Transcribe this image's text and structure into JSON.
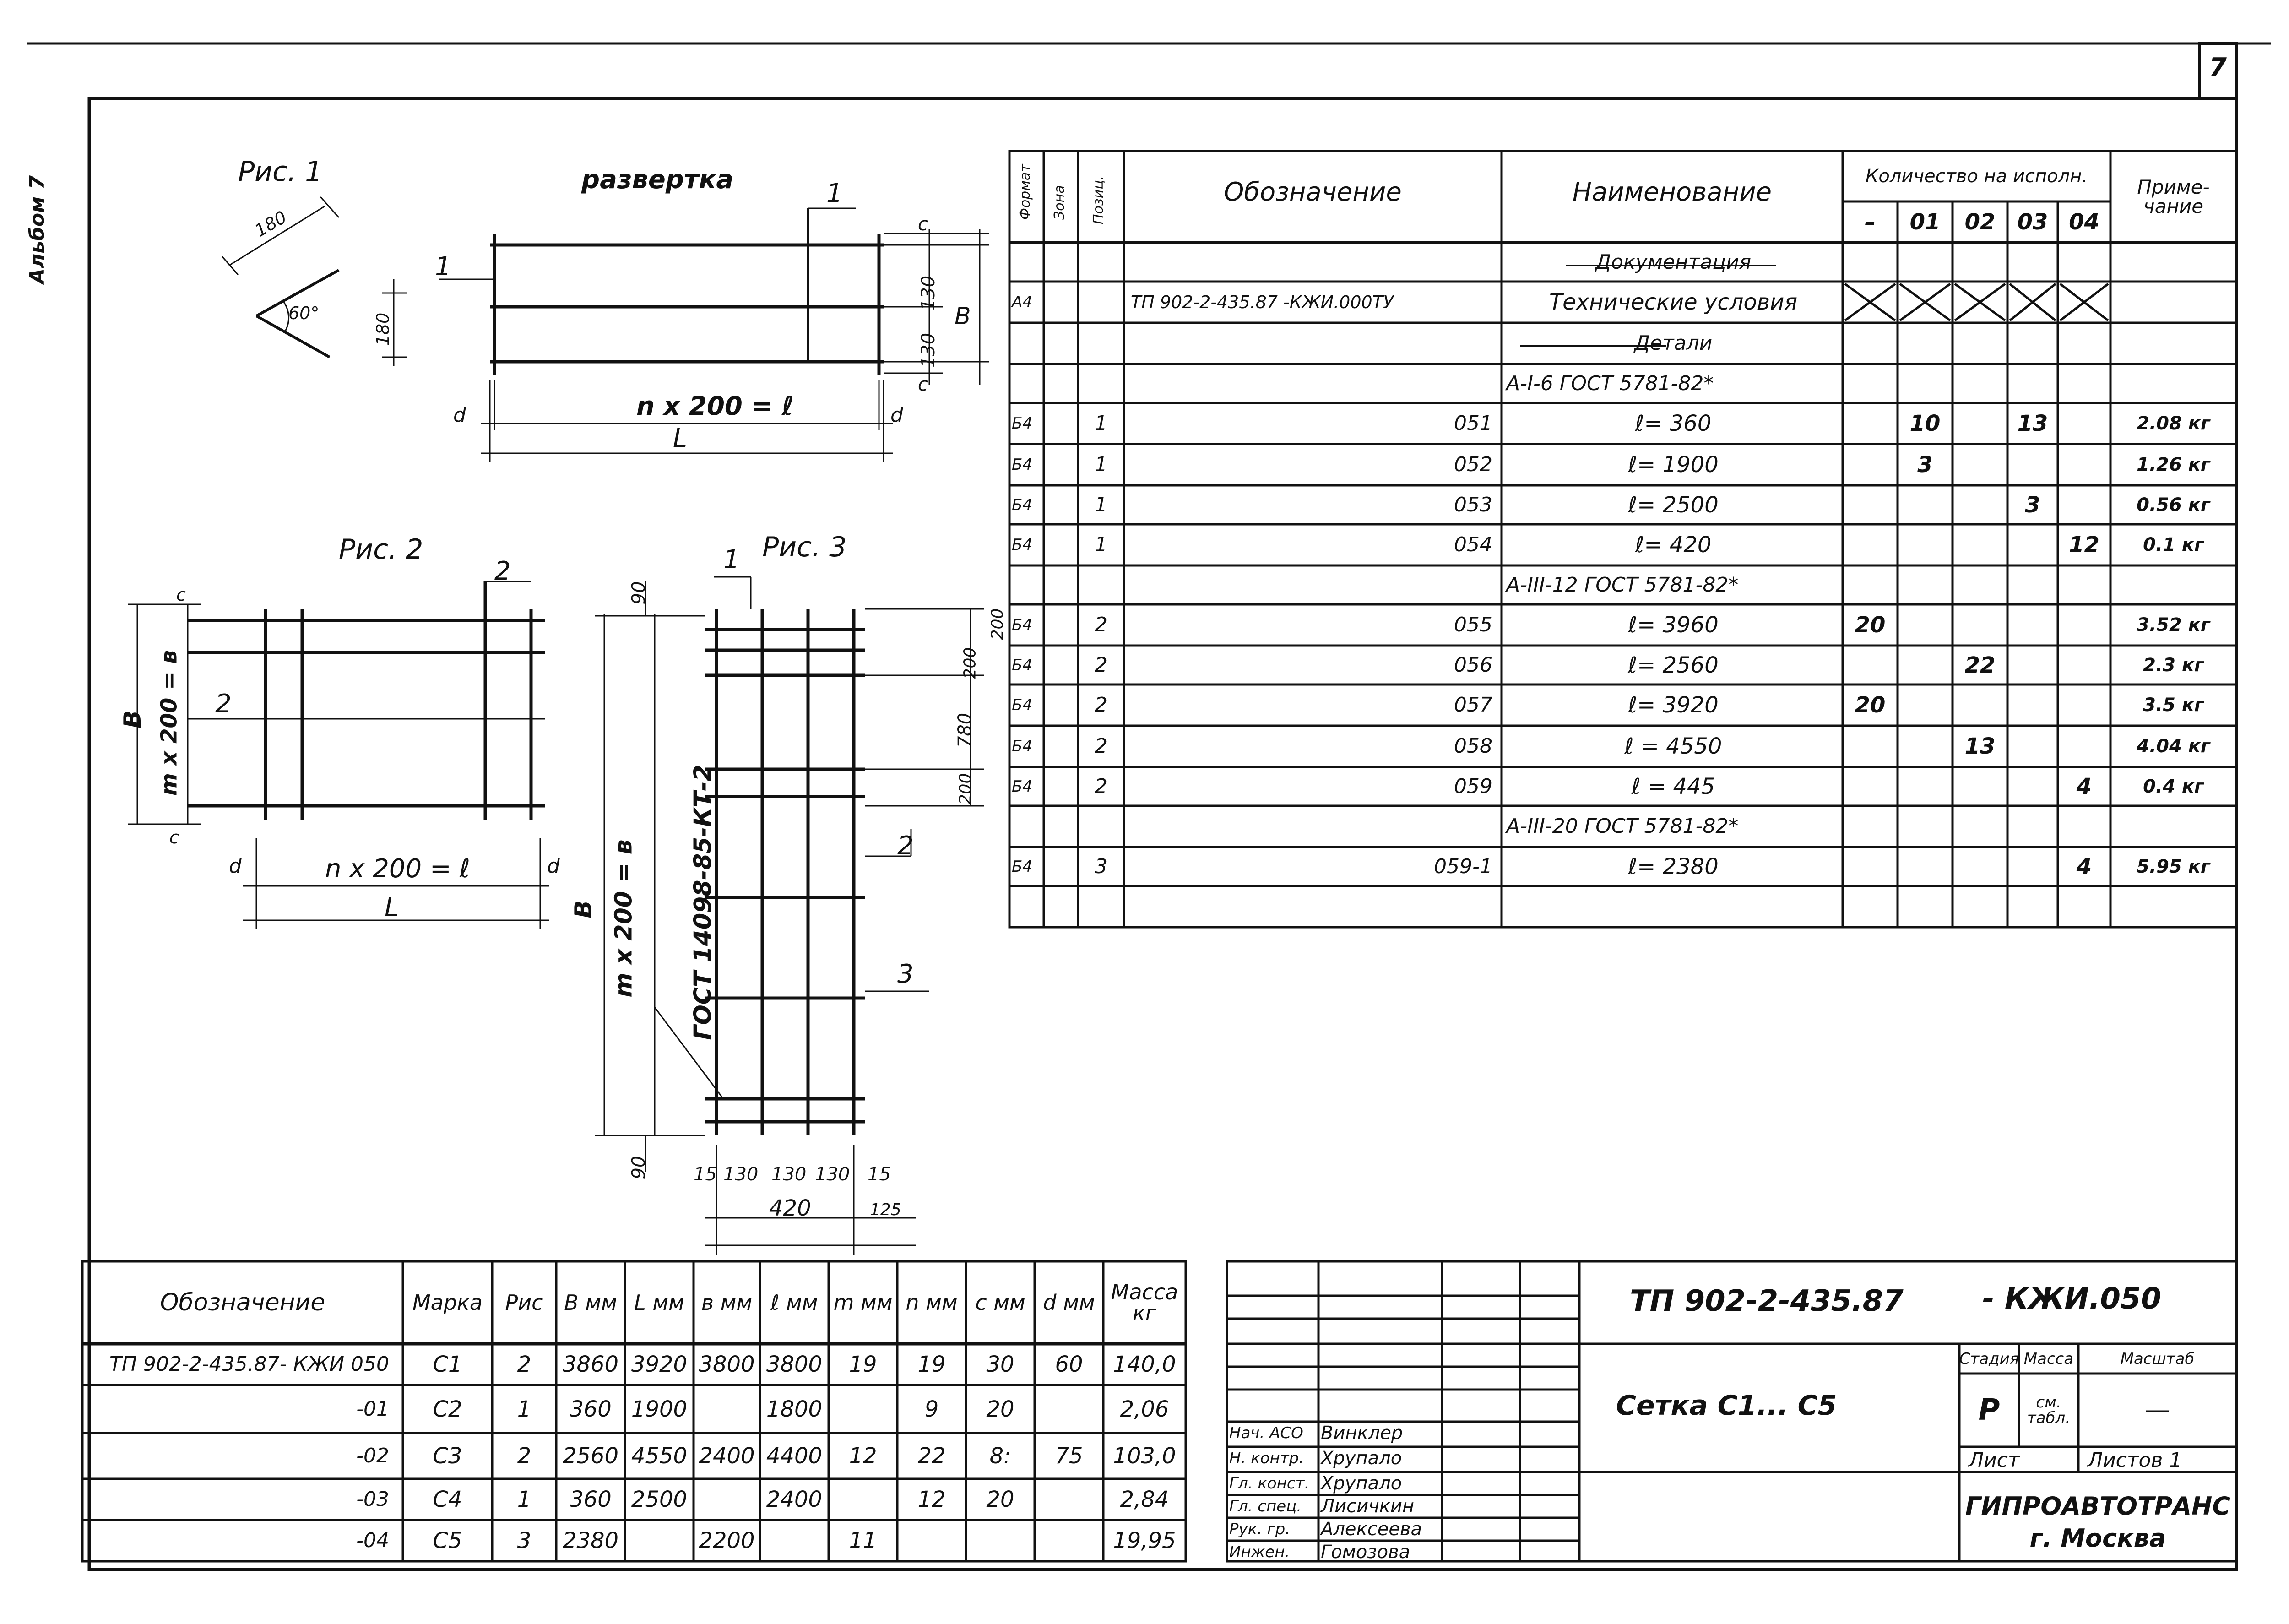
{
  "page_number": "7",
  "album_label": "Альбом 7",
  "figures": {
    "fig1": {
      "title": "Рис. 1",
      "dims": {
        "d1": "180",
        "d2": "180",
        "angle": "60°"
      },
      "unfold_title": "развертка",
      "unfold_dims": {
        "pos1a": "1",
        "pos1b": "1",
        "c_top": "c",
        "d130a": "130",
        "d130b": "130",
        "c_bot": "c",
        "B": "B",
        "formula": "n x 200 = ℓ",
        "L": "L",
        "d_left": "d",
        "d_right": "d"
      }
    },
    "fig2": {
      "title": "Рис. 2",
      "dims": {
        "pos2a": "2",
        "pos2b": "2",
        "c_top": "c",
        "c_bot": "c",
        "B": "B",
        "vformula": "m x 200 = в",
        "formula": "n x 200 = ℓ",
        "L": "L",
        "d_left": "d",
        "d_right": "d"
      }
    },
    "fig3": {
      "title": "Рис. 3",
      "dims": {
        "pos1": "1",
        "top90": "90",
        "bot90": "90",
        "vformula": "m x 200 = в",
        "gost": "ГОСТ 14098-85-КТ-2",
        "B": "B",
        "d200a": "200",
        "d200b": "200",
        "d780": "780",
        "d200c": "200",
        "pos2": "2",
        "pos3": "3",
        "b15a": "15",
        "b130a": "130",
        "b130b": "130",
        "b130c": "130",
        "b15b": "15",
        "b420": "420",
        "b125": "125"
      }
    }
  },
  "spec_table": {
    "headers": {
      "format": "Формат",
      "zone": "Зона",
      "pos": "Позиц.",
      "designation": "Обозначение",
      "name": "Наименование",
      "qty": "Количество на исполн.",
      "note": "Приме-чание"
    },
    "qty_cols": [
      "–",
      "01",
      "02",
      "03",
      "04"
    ],
    "rows": [
      {
        "format": "",
        "zone": "",
        "pos": "",
        "designation": "",
        "name": "Документация",
        "qty": [
          "",
          "",
          "",
          "",
          ""
        ],
        "note": ""
      },
      {
        "format": "А4",
        "zone": "",
        "pos": "",
        "designation": "ТП 902-2-435.87   -КЖИ.000ТУ",
        "name": "Технические   условия",
        "qty": [
          "",
          "",
          "",
          "",
          ""
        ],
        "note": ""
      },
      {
        "format": "",
        "zone": "",
        "pos": "",
        "designation": "",
        "name": "Детали",
        "qty": [
          "",
          "",
          "",
          "",
          ""
        ],
        "note": ""
      },
      {
        "format": "",
        "zone": "",
        "pos": "",
        "designation": "",
        "name": "А-I-6  ГОСТ 5781-82*",
        "qty": [
          "",
          "",
          "",
          "",
          ""
        ],
        "note": ""
      },
      {
        "format": "Б4",
        "zone": "",
        "pos": "1",
        "designation": "051",
        "name": "ℓ= 360",
        "qty": [
          "",
          "10",
          "",
          "13",
          ""
        ],
        "note": "2.08 кг"
      },
      {
        "format": "Б4",
        "zone": "",
        "pos": "1",
        "designation": "052",
        "name": "ℓ= 1900",
        "qty": [
          "",
          "3",
          "",
          "",
          ""
        ],
        "note": "1.26 кг"
      },
      {
        "format": "Б4",
        "zone": "",
        "pos": "1",
        "designation": "053",
        "name": "ℓ= 2500",
        "qty": [
          "",
          "",
          "",
          "3",
          ""
        ],
        "note": "0.56 кг"
      },
      {
        "format": "Б4",
        "zone": "",
        "pos": "1",
        "designation": "054",
        "name": "ℓ= 420",
        "qty": [
          "",
          "",
          "",
          "",
          "12"
        ],
        "note": "0.1 кг"
      },
      {
        "format": "",
        "zone": "",
        "pos": "",
        "designation": "",
        "name": "А-III-12  ГОСТ 5781-82*",
        "qty": [
          "",
          "",
          "",
          "",
          ""
        ],
        "note": ""
      },
      {
        "format": "Б4",
        "zone": "",
        "pos": "2",
        "designation": "055",
        "name": "ℓ= 3960",
        "qty": [
          "20",
          "",
          "",
          "",
          ""
        ],
        "note": "3.52 кг"
      },
      {
        "format": "Б4",
        "zone": "",
        "pos": "2",
        "designation": "056",
        "name": "ℓ= 2560",
        "qty": [
          "",
          "",
          "22",
          "",
          ""
        ],
        "note": "2.3 кг"
      },
      {
        "format": "Б4",
        "zone": "",
        "pos": "2",
        "designation": "057",
        "name": "ℓ= 3920",
        "qty": [
          "20",
          "",
          "",
          "",
          ""
        ],
        "note": "3.5 кг"
      },
      {
        "format": "Б4",
        "zone": "",
        "pos": "2",
        "designation": "058",
        "name": "ℓ = 4550",
        "qty": [
          "",
          "",
          "13",
          "",
          ""
        ],
        "note": "4.04 кг"
      },
      {
        "format": "Б4",
        "zone": "",
        "pos": "2",
        "designation": "059",
        "name": "ℓ = 445",
        "qty": [
          "",
          "",
          "",
          "",
          "4"
        ],
        "note": "0.4 кг"
      },
      {
        "format": "",
        "zone": "",
        "pos": "",
        "designation": "",
        "name": "А-III-20  ГОСТ 5781-82*",
        "qty": [
          "",
          "",
          "",
          "",
          ""
        ],
        "note": ""
      },
      {
        "format": "Б4",
        "zone": "",
        "pos": "3",
        "designation": "059-1",
        "name": "ℓ= 2380",
        "qty": [
          "",
          "",
          "",
          "",
          "4"
        ],
        "note": "5.95 кг"
      },
      {
        "format": "",
        "zone": "",
        "pos": "",
        "designation": "",
        "name": "",
        "qty": [
          "",
          "",
          "",
          "",
          ""
        ],
        "note": ""
      }
    ]
  },
  "mesh_table": {
    "headers": [
      "Обозначение",
      "Марка",
      "Рис",
      "B мм",
      "L мм",
      "в мм",
      "ℓ мм",
      "m мм",
      "n мм",
      "c мм",
      "d мм",
      "Масса кг"
    ],
    "rows": [
      [
        "ТП 902-2-435.87- КЖИ 050",
        "С1",
        "2",
        "3860",
        "3920",
        "3800",
        "3800",
        "19",
        "19",
        "30",
        "60",
        "140,0"
      ],
      [
        "-01",
        "С2",
        "1",
        "360",
        "1900",
        "",
        "1800",
        "",
        "9",
        "20",
        "",
        "2,06"
      ],
      [
        "-02",
        "С3",
        "2",
        "2560",
        "4550",
        "2400",
        "4400",
        "12",
        "22",
        "8:",
        "75",
        "103,0"
      ],
      [
        "-03",
        "С4",
        "1",
        "360",
        "2500",
        "",
        "2400",
        "",
        "12",
        "20",
        "",
        "2,84"
      ],
      [
        "-04",
        "С5",
        "3",
        "2380",
        "",
        "2200",
        "",
        "11",
        "",
        "",
        "",
        "19,95"
      ]
    ]
  },
  "title_block": {
    "doc_number": "ТП 902-2-435.87",
    "doc_code": "- КЖИ.050",
    "sheet_title": "Сетка   С1... С5",
    "stage_label": "Стадия",
    "mass_label": "Масса",
    "scale_label": "Масштаб",
    "stage_value": "Р",
    "mass_value": "см. табл.",
    "scale_value": "—",
    "sheet_label": "Лист",
    "sheets_label": "Листов 1",
    "org_name": "ГИПРОАВТОТРАНС",
    "org_city": "г. Москва",
    "signers": [
      {
        "role": "Нач. АСО",
        "name": "Винклер"
      },
      {
        "role": "Н. контр.",
        "name": "Хрупало"
      },
      {
        "role": "Гл. конст.",
        "name": "Хрупало"
      },
      {
        "role": "Гл. спец.",
        "name": "Лисичкин"
      },
      {
        "role": "Рук. гр.",
        "name": "Алексеева"
      },
      {
        "role": "Инжен.",
        "name": "Гомозова"
      }
    ]
  }
}
